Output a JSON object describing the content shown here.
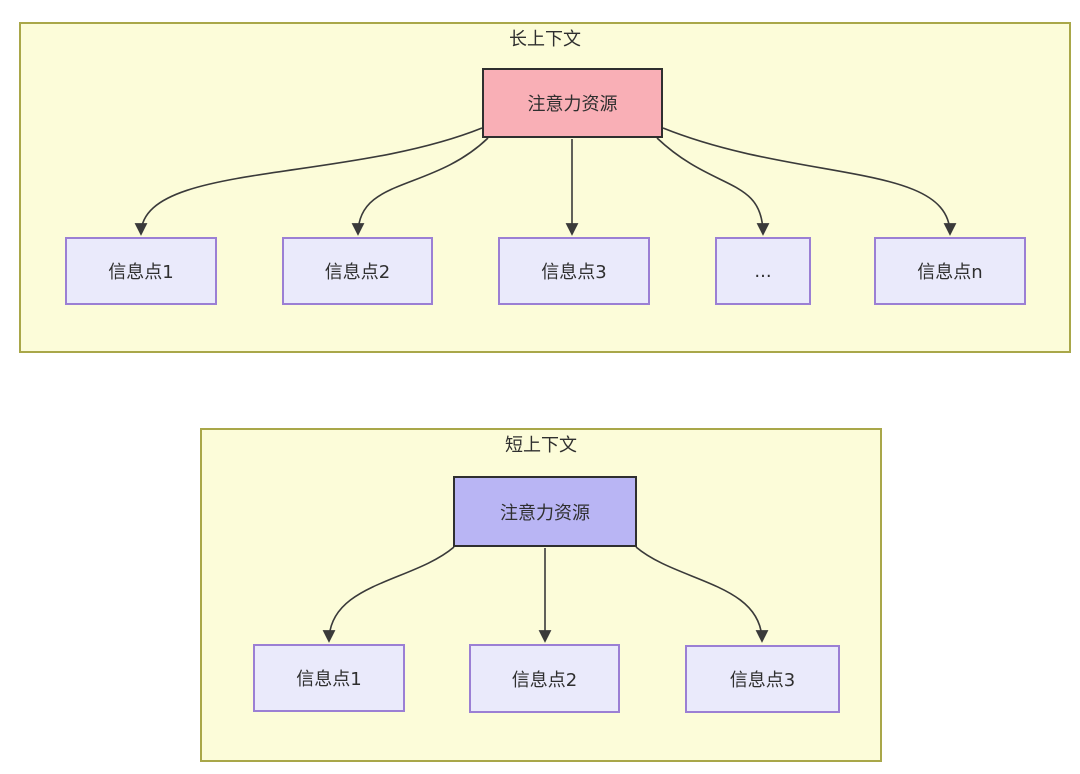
{
  "colors": {
    "container_bg": "#FCFCD9",
    "container_border": "#A9A749",
    "long_root_bg": "#F9AFB6",
    "short_root_bg": "#B9B5F4",
    "root_border": "#2F2F2F",
    "info_bg": "#EAEAFB",
    "info_border": "#9B7FD4",
    "arrow": "#3A3A3A",
    "text": "#2F2F2F"
  },
  "diagrams": {
    "long": {
      "title": "长上下文",
      "root_label": "注意力资源",
      "children": [
        {
          "label": "信息点1"
        },
        {
          "label": "信息点2"
        },
        {
          "label": "信息点3"
        },
        {
          "label": "..."
        },
        {
          "label": "信息点n"
        }
      ]
    },
    "short": {
      "title": "短上下文",
      "root_label": "注意力资源",
      "children": [
        {
          "label": "信息点1"
        },
        {
          "label": "信息点2"
        },
        {
          "label": "信息点3"
        }
      ]
    }
  }
}
